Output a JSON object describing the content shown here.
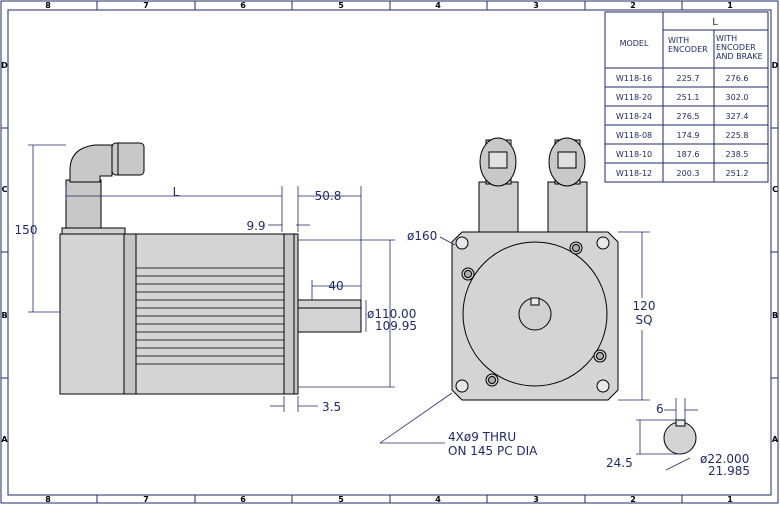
{
  "border": {
    "top_numbers": [
      "8",
      "7",
      "6",
      "5",
      "4",
      "3",
      "2",
      "1"
    ],
    "bottom_numbers": [
      "8",
      "7",
      "6",
      "5",
      "4",
      "3",
      "2",
      "1"
    ],
    "left_letters": [
      "D",
      "C",
      "B",
      "A"
    ],
    "right_letters": [
      "D",
      "C",
      "B",
      "A"
    ]
  },
  "table": {
    "model_header": "MODEL",
    "l_header": "L",
    "encoder_header": [
      "WITH",
      "ENCODER"
    ],
    "encoder_brake_header": [
      "WITH",
      "ENCODER",
      "AND BRAKE"
    ],
    "rows": [
      {
        "model": "W118-16",
        "enc": "225.7",
        "brake": "276.6"
      },
      {
        "model": "W118-20",
        "enc": "251.1",
        "brake": "302.0"
      },
      {
        "model": "W118-24",
        "enc": "276.5",
        "brake": "327.4"
      },
      {
        "model": "W118-08",
        "enc": "174.9",
        "brake": "225.8"
      },
      {
        "model": "W118-10",
        "enc": "187.6",
        "brake": "238.5"
      },
      {
        "model": "W118-12",
        "enc": "200.3",
        "brake": "251.2"
      }
    ]
  },
  "side_view": {
    "height_dim": "150",
    "length_label": "L",
    "flange_dim": "50.8",
    "pilot_dim": "9.9",
    "shaft_len_dim": "40",
    "shaft_dia_dim": [
      "ø110.00",
      "109.95"
    ],
    "flange_thk_dim": "3.5"
  },
  "front_view": {
    "circle_dim": "ø160",
    "square_dim": [
      "120",
      "SQ"
    ],
    "holes_note": [
      "4Xø9 THRU",
      "ON 145 PC DIA"
    ]
  },
  "shaft_detail": {
    "key_width": "6",
    "key_height": "24.5",
    "shaft_dia": [
      "ø22.000",
      "21.985"
    ]
  }
}
